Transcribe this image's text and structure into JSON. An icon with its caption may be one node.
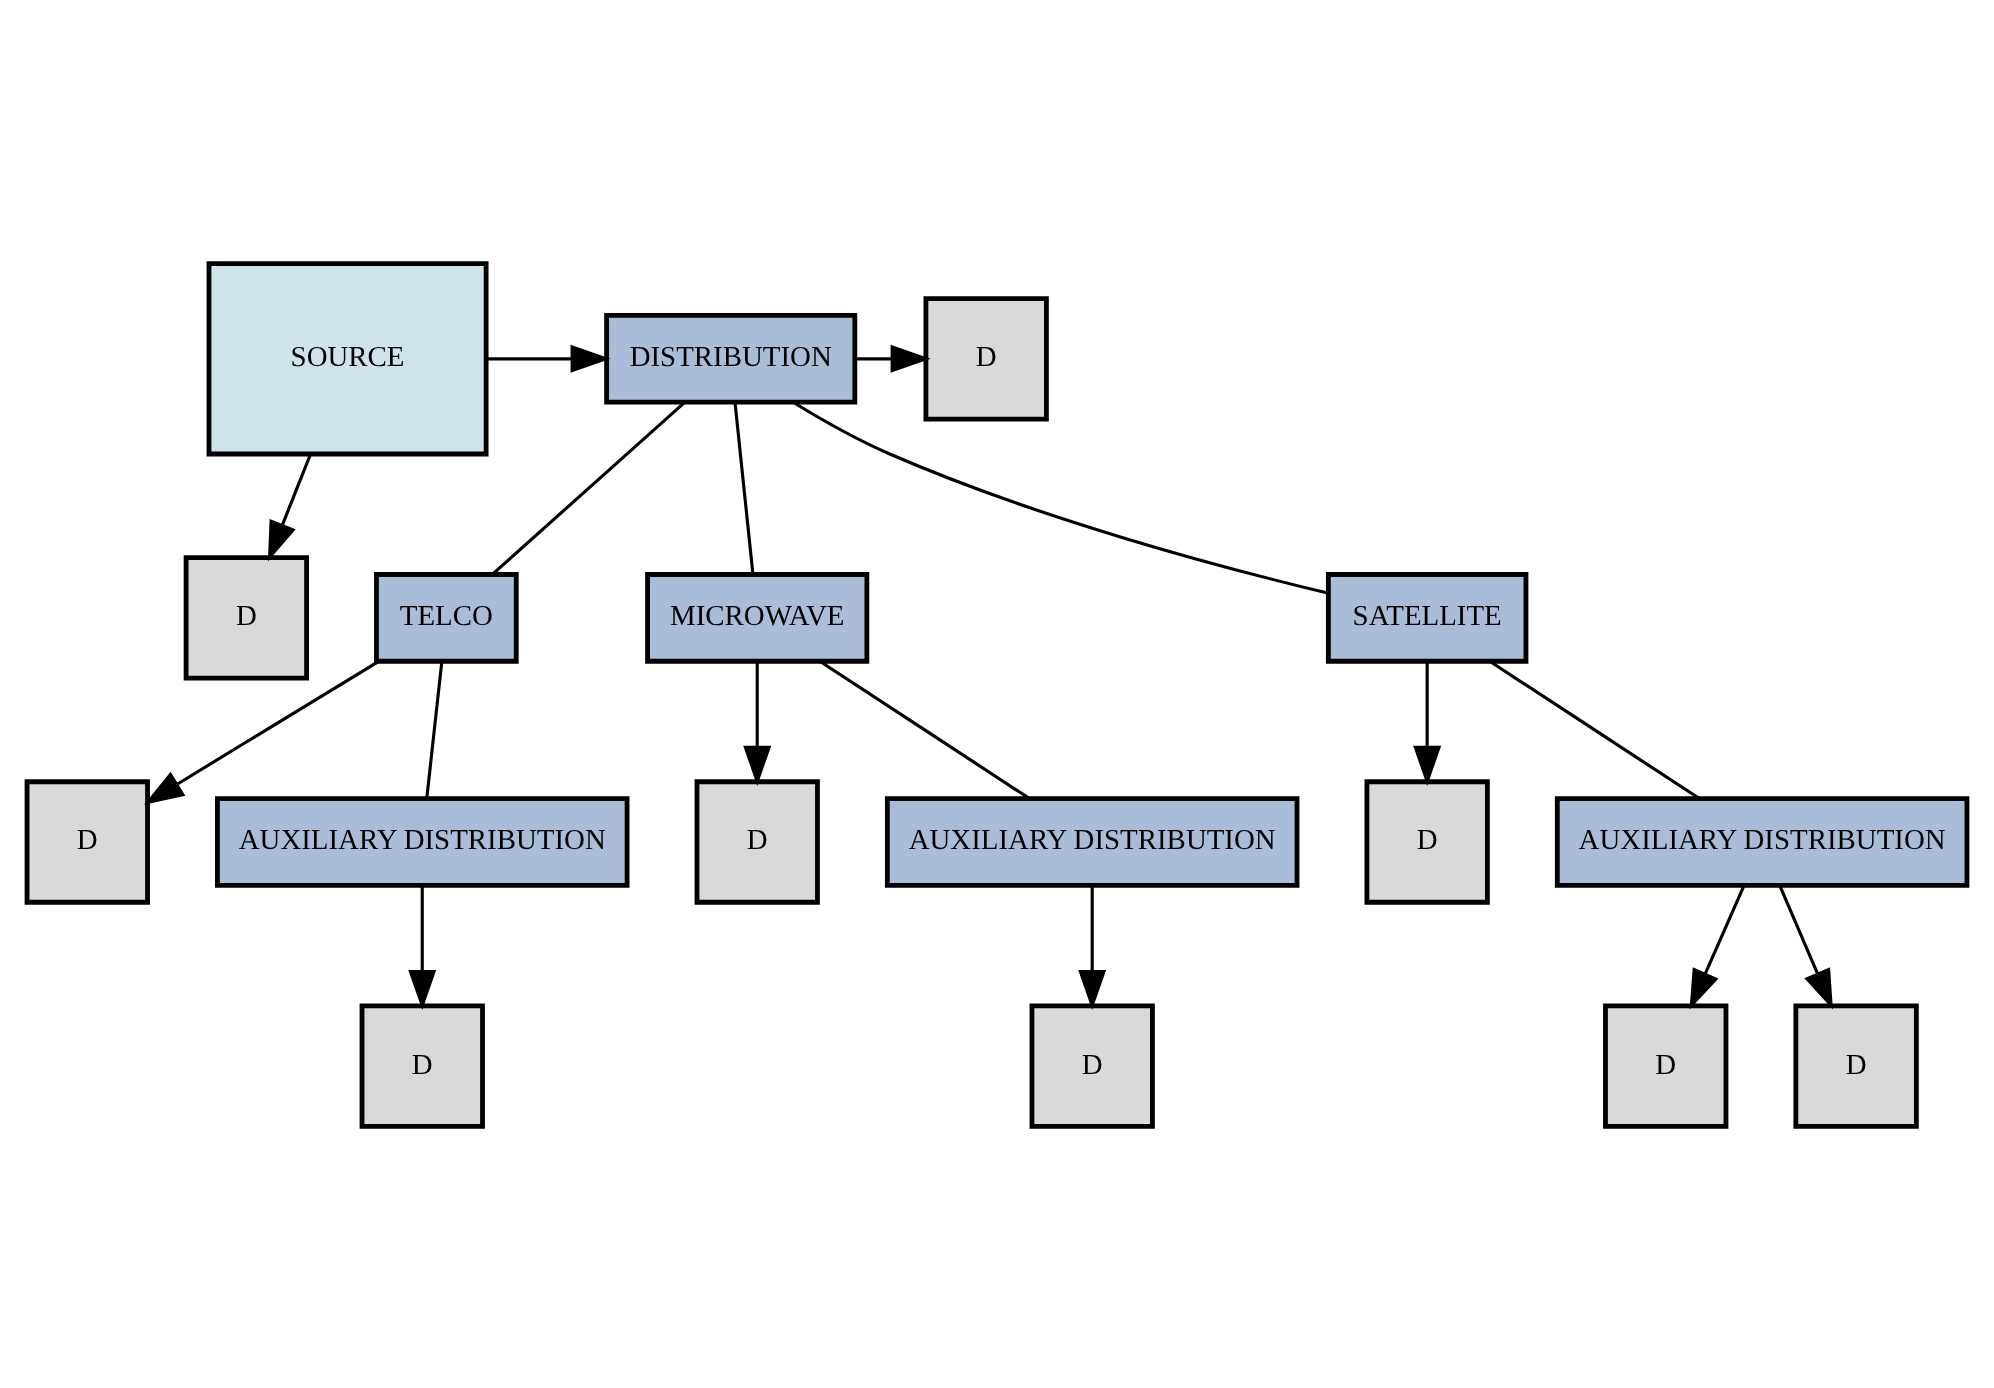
{
  "diagram": {
    "nodes": [
      {
        "text": [
          "SOURCE"
        ]
      },
      {
        "text": [
          "DISTRIBUTION"
        ]
      },
      {
        "text": [
          "D"
        ]
      },
      {
        "text": [
          "D"
        ]
      },
      {
        "text": [
          "TELCO"
        ]
      },
      {
        "text": [
          "MICROWAVE"
        ]
      },
      {
        "text": [
          "SATELLITE"
        ]
      },
      {
        "text": [
          "D"
        ]
      },
      {
        "text": [
          "D"
        ]
      },
      {
        "text": [
          "D"
        ]
      },
      {
        "text": [
          "AUXILIARY DISTRIBUTION"
        ]
      },
      {
        "text": [
          "AUXILIARY DISTRIBUTION"
        ]
      },
      {
        "text": [
          "AUXILIARY DISTRIBUTION"
        ]
      },
      {
        "text": [
          "D"
        ]
      },
      {
        "text": [
          "D"
        ]
      },
      {
        "text": [
          "D"
        ]
      },
      {
        "text": [
          "D"
        ]
      }
    ],
    "edges": [
      {
        "from": 0,
        "to": 1,
        "arrow": "to"
      },
      {
        "from": 1,
        "to": 2,
        "arrow": "to"
      },
      {
        "from": 0,
        "to": 3,
        "arrow": "to"
      },
      {
        "from": 1,
        "to": 4,
        "arrow": "none"
      },
      {
        "from": 1,
        "to": 5,
        "arrow": "none"
      },
      {
        "from": 1,
        "to": 6,
        "arrow": "none"
      },
      {
        "from": 4,
        "to": 7,
        "arrow": "to"
      },
      {
        "from": 5,
        "to": 8,
        "arrow": "to"
      },
      {
        "from": 6,
        "to": 9,
        "arrow": "to"
      },
      {
        "from": 4,
        "to": 10,
        "arrow": "none"
      },
      {
        "from": 5,
        "to": 11,
        "arrow": "none"
      },
      {
        "from": 6,
        "to": 12,
        "arrow": "none"
      },
      {
        "from": 10,
        "to": 13,
        "arrow": "to"
      },
      {
        "from": 11,
        "to": 14,
        "arrow": "to"
      },
      {
        "from": 12,
        "to": 15,
        "arrow": "to"
      },
      {
        "from": 12,
        "to": 16,
        "arrow": "to"
      }
    ]
  }
}
